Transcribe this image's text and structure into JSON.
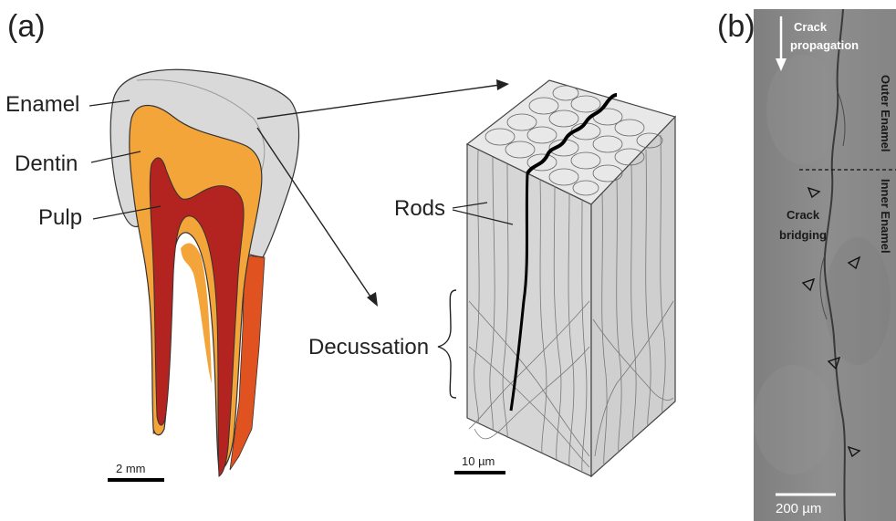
{
  "panel_a": {
    "label": "(a)",
    "tooth_labels": {
      "enamel": "Enamel",
      "dentin": "Dentin",
      "pulp": "Pulp"
    },
    "block_labels": {
      "rods": "Rods",
      "decussation": "Decussation"
    },
    "scale_bar_tooth": "2 mm",
    "scale_bar_block": "10 µm"
  },
  "panel_b": {
    "label": "(b)",
    "crack_propagation": [
      "Crack",
      "propagation"
    ],
    "crack_bridging": [
      "Crack",
      "bridging"
    ],
    "outer_enamel": "Outer Enamel",
    "inner_enamel": "Inner Enamel",
    "scale_bar": "200 µm"
  },
  "colors": {
    "enamel": "#d9d9d9",
    "dentin": "#f4a53a",
    "pulp": "#b3231f",
    "root_tip": "#e0521f",
    "micrograph": "#8a8a8a"
  }
}
